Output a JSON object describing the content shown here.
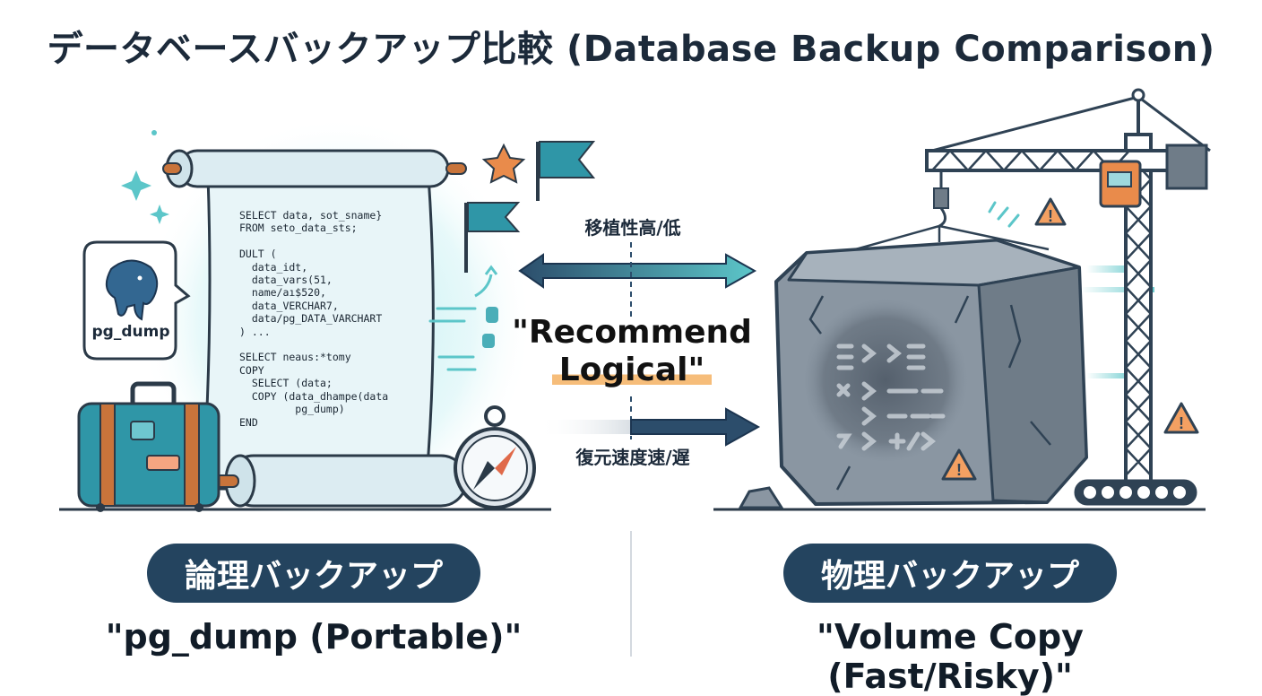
{
  "header": {
    "title": "データベースバックアップ比較 (Database Backup Comparison)"
  },
  "left": {
    "badge_label": "論理バックアップ",
    "caption": "\"pg_dump (Portable)\"",
    "tool_label": "pg_dump",
    "code_lines": [
      "SELECT data, sot_sname}",
      "FROM seto_data_sts;",
      "",
      "DULT (",
      "  data_idt,",
      "  data_vars(51,",
      "  name/aı$520,",
      "  data_VERCHAR7,",
      "  data/pg_DATA_VARCHART",
      ") ...",
      "",
      "SELECT neaus:*tomy",
      "COPY",
      "  SELECT (data;",
      "  COPY (data_dhampe(data",
      "         pg_dump)",
      "END"
    ]
  },
  "center": {
    "portability_label": "移植性高/低",
    "restore_label": "復元速度速/遅",
    "recommend_line1": "\"Recommend",
    "recommend_line2": "Logical\""
  },
  "right": {
    "badge_label": "物理バックアップ",
    "caption": "\"Volume Copy (Fast/Risky)\""
  },
  "colors": {
    "navy": "#24445f",
    "teal": "#5cc6c9",
    "orange": "#e98b4b",
    "rock": "#7e8b98",
    "crane": "#2f4254"
  },
  "icons": {
    "elephant": "postgres-elephant-icon",
    "scroll": "scroll-icon",
    "suitcase": "suitcase-icon",
    "compass": "compass-icon",
    "flag": "flag-icon",
    "star": "star-icon",
    "crane": "crane-icon",
    "warning": "warning-icon",
    "rock": "rock-block-icon"
  }
}
